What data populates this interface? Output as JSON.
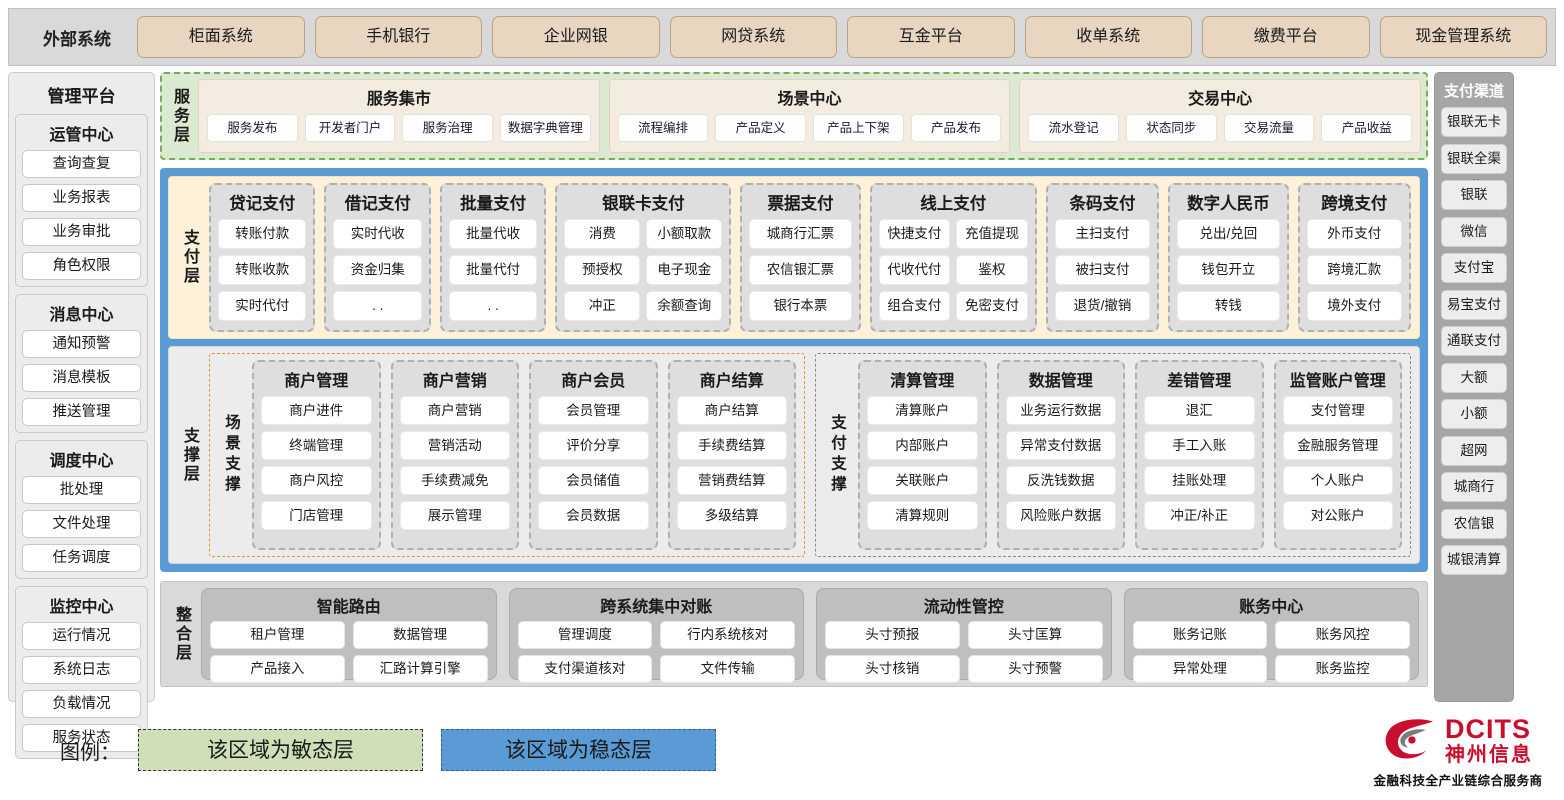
{
  "external": {
    "title": "外部系统",
    "items": [
      "柜面系统",
      "手机银行",
      "企业网银",
      "网贷系统",
      "互金平台",
      "收单系统",
      "缴费平台",
      "现金管理系统"
    ]
  },
  "manage_platform": {
    "title": "管理平台",
    "groups": [
      {
        "title": "运管中心",
        "items": [
          "查询查复",
          "业务报表",
          "业务审批",
          "角色权限"
        ]
      },
      {
        "title": "消息中心",
        "items": [
          "通知预警",
          "消息模板",
          "推送管理"
        ]
      },
      {
        "title": "调度中心",
        "items": [
          "批处理",
          "文件处理",
          "任务调度"
        ]
      },
      {
        "title": "监控中心",
        "items": [
          "运行情况",
          "系统日志",
          "负载情况",
          "服务状态"
        ]
      }
    ]
  },
  "pay_channel": {
    "title": "支付渠道",
    "items": [
      "银联无卡",
      "银联全渠道",
      "银联CUPS",
      "微信",
      "支付宝",
      "易宝支付",
      "通联支付",
      "大额",
      "小额",
      "超网",
      "城商行",
      "农信银",
      "城银清算"
    ]
  },
  "service_layer": {
    "label": "服务层",
    "groups": [
      {
        "title": "服务集市",
        "items": [
          "服务发布",
          "开发者门户",
          "服务治理",
          "数据字典管理"
        ]
      },
      {
        "title": "场景中心",
        "items": [
          "流程编排",
          "产品定义",
          "产品上下架",
          "产品发布"
        ]
      },
      {
        "title": "交易中心",
        "items": [
          "流水登记",
          "状态同步",
          "交易流量",
          "产品收益"
        ]
      }
    ]
  },
  "pay_layer": {
    "label": "支付层",
    "groups": [
      {
        "title": "贷记支付",
        "cols": 1,
        "items": [
          "转账付款",
          "转账收款",
          "实时代付"
        ]
      },
      {
        "title": "借记支付",
        "cols": 1,
        "items": [
          "实时代收",
          "资金归集",
          ". ."
        ]
      },
      {
        "title": "批量支付",
        "cols": 1,
        "items": [
          "批量代收",
          "批量代付",
          ". ."
        ]
      },
      {
        "title": "银联卡支付",
        "cols": 2,
        "items": [
          "消费",
          "小额取款",
          "预授权",
          "电子现金",
          "冲正",
          "余额查询"
        ]
      },
      {
        "title": "票据支付",
        "cols": 1,
        "items": [
          "城商行汇票",
          "农信银汇票",
          "银行本票"
        ]
      },
      {
        "title": "线上支付",
        "cols": 2,
        "items": [
          "快捷支付",
          "充值提现",
          "代收代付",
          "鉴权",
          "组合支付",
          "免密支付"
        ]
      },
      {
        "title": "条码支付",
        "cols": 1,
        "items": [
          "主扫支付",
          "被扫支付",
          "退货/撤销"
        ]
      },
      {
        "title": "数字人民币",
        "cols": 1,
        "items": [
          "兑出/兑回",
          "钱包开立",
          "转钱"
        ]
      },
      {
        "title": "跨境支付",
        "cols": 1,
        "items": [
          "外币支付",
          "跨境汇款",
          "境外支付"
        ]
      }
    ]
  },
  "support_layer": {
    "label": "支撑层",
    "halves": [
      {
        "label": "场景支撑",
        "groups": [
          {
            "title": "商户管理",
            "items": [
              "商户进件",
              "终端管理",
              "商户风控",
              "门店管理"
            ]
          },
          {
            "title": "商户营销",
            "items": [
              "商户营销",
              "营销活动",
              "手续费减免",
              "展示管理"
            ]
          },
          {
            "title": "商户会员",
            "items": [
              "会员管理",
              "评价分享",
              "会员储值",
              "会员数据"
            ]
          },
          {
            "title": "商户结算",
            "items": [
              "商户结算",
              "手续费结算",
              "营销费结算",
              "多级结算"
            ]
          }
        ]
      },
      {
        "label": "支付支撑",
        "groups": [
          {
            "title": "清算管理",
            "items": [
              "清算账户",
              "内部账户",
              "关联账户",
              "清算规则"
            ]
          },
          {
            "title": "数据管理",
            "items": [
              "业务运行数据",
              "异常支付数据",
              "反洗钱数据",
              "风险账户数据"
            ]
          },
          {
            "title": "差错管理",
            "items": [
              "退汇",
              "手工入账",
              "挂账处理",
              "冲正/补正"
            ]
          },
          {
            "title": "监管账户管理",
            "items": [
              "支付管理",
              "金融服务管理",
              "个人账户",
              "对公账户"
            ]
          }
        ]
      }
    ]
  },
  "integration_layer": {
    "label": "整合层",
    "groups": [
      {
        "title": "智能路由",
        "items": [
          "租户管理",
          "数据管理",
          "产品接入",
          "汇路计算引擎"
        ]
      },
      {
        "title": "跨系统集中对账",
        "items": [
          "管理调度",
          "行内系统核对",
          "支付渠道核对",
          "文件传输"
        ]
      },
      {
        "title": "流动性管控",
        "items": [
          "头寸预报",
          "头寸匡算",
          "头寸核销",
          "头寸预警"
        ]
      },
      {
        "title": "账务中心",
        "items": [
          "账务记账",
          "账务风控",
          "异常处理",
          "账务监控"
        ]
      }
    ]
  },
  "legend": {
    "label": "图例：",
    "agile": "该区域为敏态层",
    "stable": "该区域为稳态层"
  },
  "logo": {
    "en": "DCITS",
    "cn": "神州信息",
    "tagline": "金融科技全产业链综合服务商"
  },
  "colors": {
    "external_chip": "#e8d6c0",
    "agile_green": "#cfe0b9",
    "stable_blue": "#5b9bd5",
    "pay_cream": "#fdf2d9",
    "brand_red": "#c8102e"
  }
}
